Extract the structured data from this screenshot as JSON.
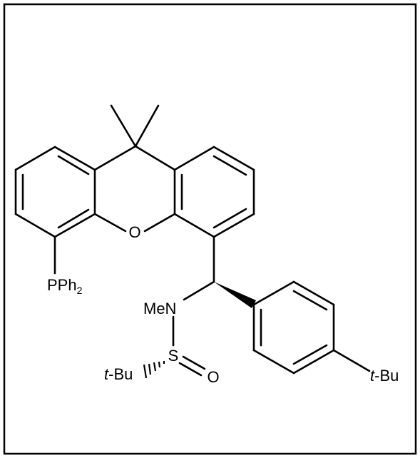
{
  "structure": {
    "atom_labels": {
      "oxygen_ring": "O",
      "phosphine": "PPh",
      "phosphine_subscript": "2",
      "amine": "MeN",
      "sulfur": "S",
      "sulfinyl_oxygen": "O",
      "tbu_sulfinyl_prefix": "t",
      "tbu_sulfinyl_suffix": "-Bu",
      "tbu_aryl_prefix": "t",
      "tbu_aryl_suffix": "-Bu"
    },
    "stereo": {
      "methine_bond_to_aryl": "wedge",
      "sulfur_bond_to_tbu": "hashed-wedge"
    },
    "colors": {
      "line": "#000000",
      "background": "#ffffff"
    }
  }
}
